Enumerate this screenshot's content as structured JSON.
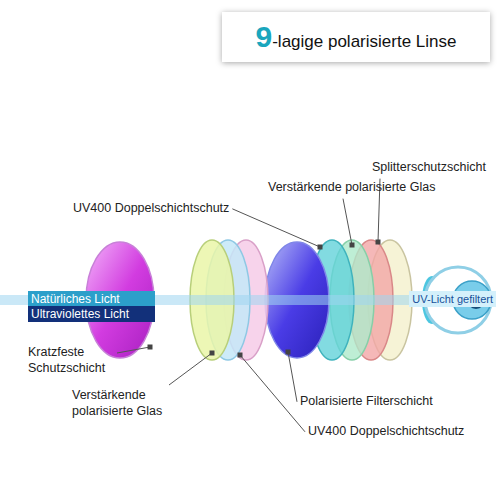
{
  "diagram": {
    "title": "9-lagige polarisierte Linse",
    "labels": [
      "Splitterschutzschicht",
      "Verstärkende polarisierte Glas",
      "UV400 Doppelschichtschutz",
      "Natürliches Licht",
      "Ultraviolettes Licht",
      "UV-Licht gefiltert",
      "Kratzfeste Schutzschicht",
      "Verstärkende polarisierte Glas",
      "Polarisierte Filterschicht",
      "UV400 Doppelschichtschutz"
    ]
  }
}
